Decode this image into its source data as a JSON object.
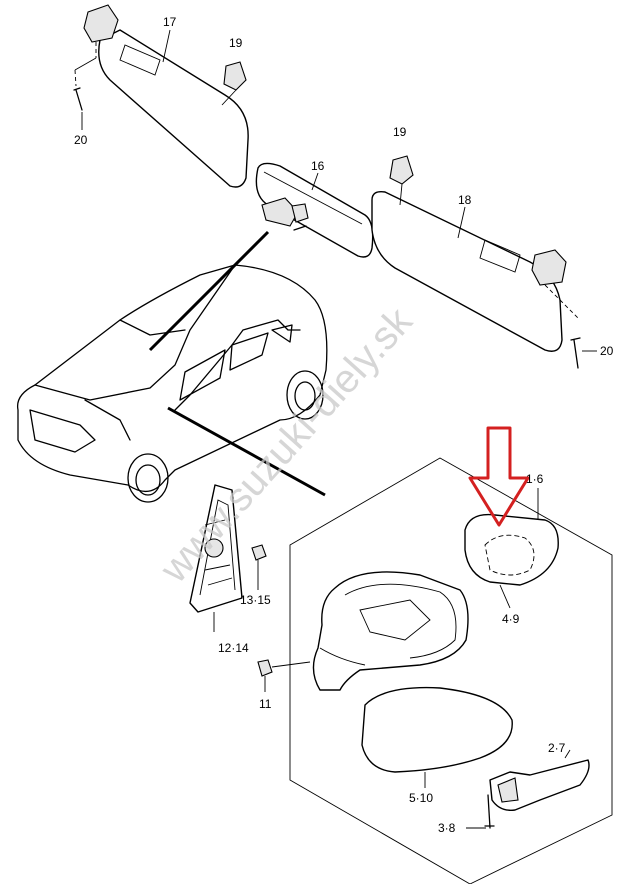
{
  "watermark": "www.suzuki-diely.sk",
  "highlight_color": "#d42020",
  "labels": {
    "sun_visor_left": "17",
    "clip_top_left": "19",
    "screw_top_left": "20",
    "rearview_mirror": "16",
    "clip_right": "19",
    "sun_visor_right": "18",
    "screw_right": "20",
    "mirror_assembly": "1·6",
    "mirror_glass": "4·9",
    "garnish_clip": "13·15",
    "garnish": "12·14",
    "nut": "11",
    "mirror_cover": "5·10",
    "turn_signal": "2·7",
    "screw_signal": "3·8"
  }
}
